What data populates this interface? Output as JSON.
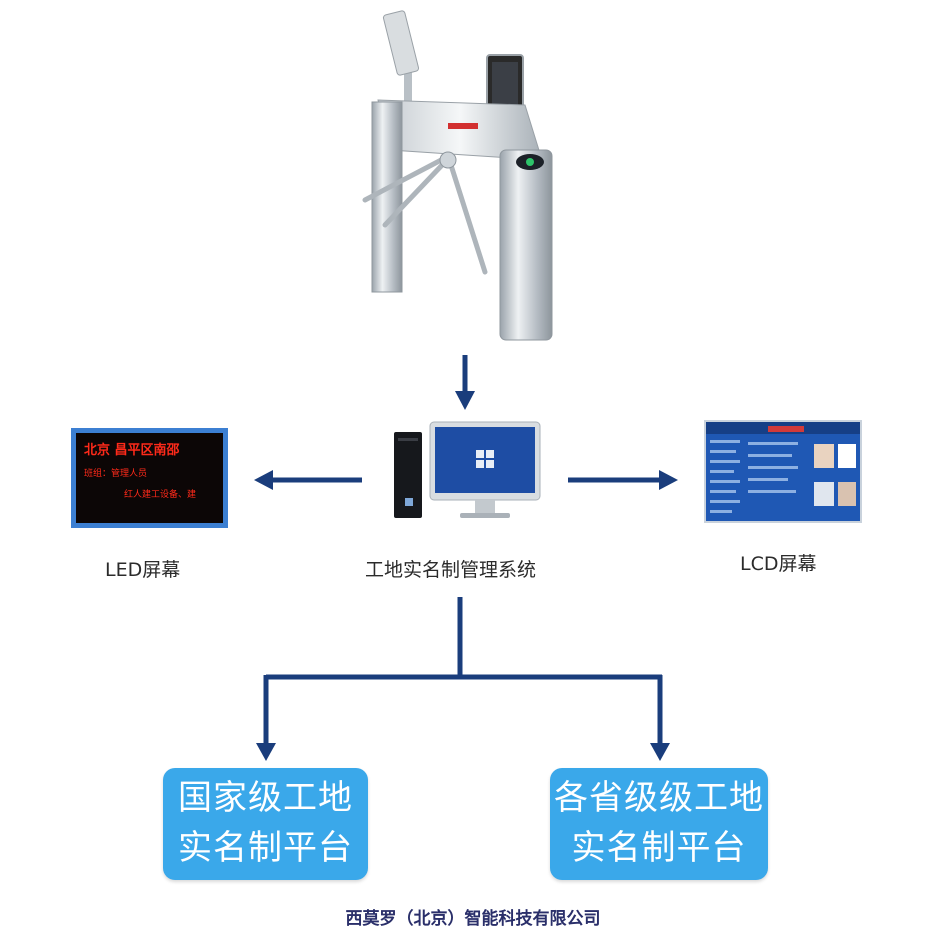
{
  "nodes": {
    "led_label": "LED屏幕",
    "system_label": "工地实名制管理系统",
    "lcd_label": "LCD屏幕"
  },
  "led_screen_text": {
    "line1": "北京  昌平区南邵",
    "line2": "班组：管理人员",
    "line3": "红人建工设备、建"
  },
  "platforms": {
    "national": {
      "line1": "国家级工地",
      "line2": "实名制平台"
    },
    "provincial": {
      "line1": "各省级级工地",
      "line2": "实名制平台"
    }
  },
  "footer": {
    "company": "西莫罗（北京）智能科技有限公司"
  },
  "colors": {
    "arrow": "#1a3d7c",
    "platform_bg": "#3aa8ea",
    "led_frame": "#3c7fd2",
    "led_text": "#ff2a1a",
    "lcd_bg": "#1f58b4"
  }
}
